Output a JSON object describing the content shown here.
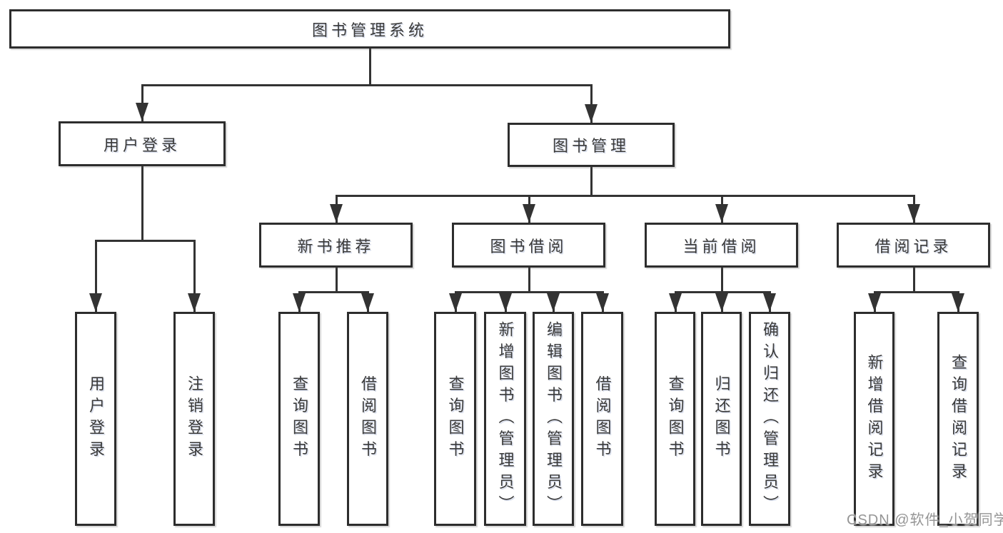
{
  "diagram": {
    "watermark": "CSDN @软件_小贺同学",
    "colors": {
      "line": "#333333",
      "box_border": "#2d2d2d",
      "text": "#3a3a3a",
      "watermark_text": "#959595",
      "background": "#ffffff"
    },
    "nodes": [
      {
        "id": "system-root",
        "label": "图书管理系统",
        "orientation": "horizontal"
      },
      {
        "id": "user-login-branch",
        "label": "用户登录",
        "orientation": "horizontal"
      },
      {
        "id": "book-management-branch",
        "label": "图书管理",
        "orientation": "horizontal"
      },
      {
        "id": "new-book-recommend",
        "label": "新书推荐",
        "orientation": "horizontal"
      },
      {
        "id": "book-borrowing",
        "label": "图书借阅",
        "orientation": "horizontal"
      },
      {
        "id": "current-borrowing",
        "label": "当前借阅",
        "orientation": "horizontal"
      },
      {
        "id": "borrowing-records",
        "label": "借阅记录",
        "orientation": "horizontal"
      },
      {
        "id": "user-login-leaf",
        "label": "用户登录",
        "orientation": "vertical"
      },
      {
        "id": "logout-leaf",
        "label": "注销登录",
        "orientation": "vertical"
      },
      {
        "id": "nb-query-books",
        "label": "查询图书",
        "orientation": "vertical"
      },
      {
        "id": "nb-borrow-books",
        "label": "借阅图书",
        "orientation": "vertical"
      },
      {
        "id": "bb-query-books",
        "label": "查询图书",
        "orientation": "vertical"
      },
      {
        "id": "bb-add-books-admin",
        "label": "新增图书（管理员）",
        "orientation": "vertical"
      },
      {
        "id": "bb-edit-books-admin",
        "label": "编辑图书（管理员）",
        "orientation": "vertical"
      },
      {
        "id": "bb-borrow-books",
        "label": "借阅图书",
        "orientation": "vertical"
      },
      {
        "id": "cb-query-books",
        "label": "查询图书",
        "orientation": "vertical"
      },
      {
        "id": "cb-return-books",
        "label": "归还图书",
        "orientation": "vertical"
      },
      {
        "id": "cb-confirm-return-admin",
        "label": "确认归还（管理员）",
        "orientation": "vertical"
      },
      {
        "id": "br-add-record",
        "label": "新增借阅记录",
        "orientation": "vertical"
      },
      {
        "id": "br-query-record",
        "label": "查询借阅记录",
        "orientation": "vertical"
      }
    ],
    "tree": [
      {
        "parent": "system-root",
        "children": [
          "user-login-branch",
          "book-management-branch"
        ]
      },
      {
        "parent": "user-login-branch",
        "children": [
          "user-login-leaf",
          "logout-leaf"
        ]
      },
      {
        "parent": "book-management-branch",
        "children": [
          "new-book-recommend",
          "book-borrowing",
          "current-borrowing",
          "borrowing-records"
        ]
      },
      {
        "parent": "new-book-recommend",
        "children": [
          "nb-query-books",
          "nb-borrow-books"
        ]
      },
      {
        "parent": "book-borrowing",
        "children": [
          "bb-query-books",
          "bb-add-books-admin",
          "bb-edit-books-admin",
          "bb-borrow-books"
        ]
      },
      {
        "parent": "current-borrowing",
        "children": [
          "cb-query-books",
          "cb-return-books",
          "cb-confirm-return-admin"
        ]
      },
      {
        "parent": "borrowing-records",
        "children": [
          "br-add-record",
          "br-query-record"
        ]
      }
    ]
  }
}
